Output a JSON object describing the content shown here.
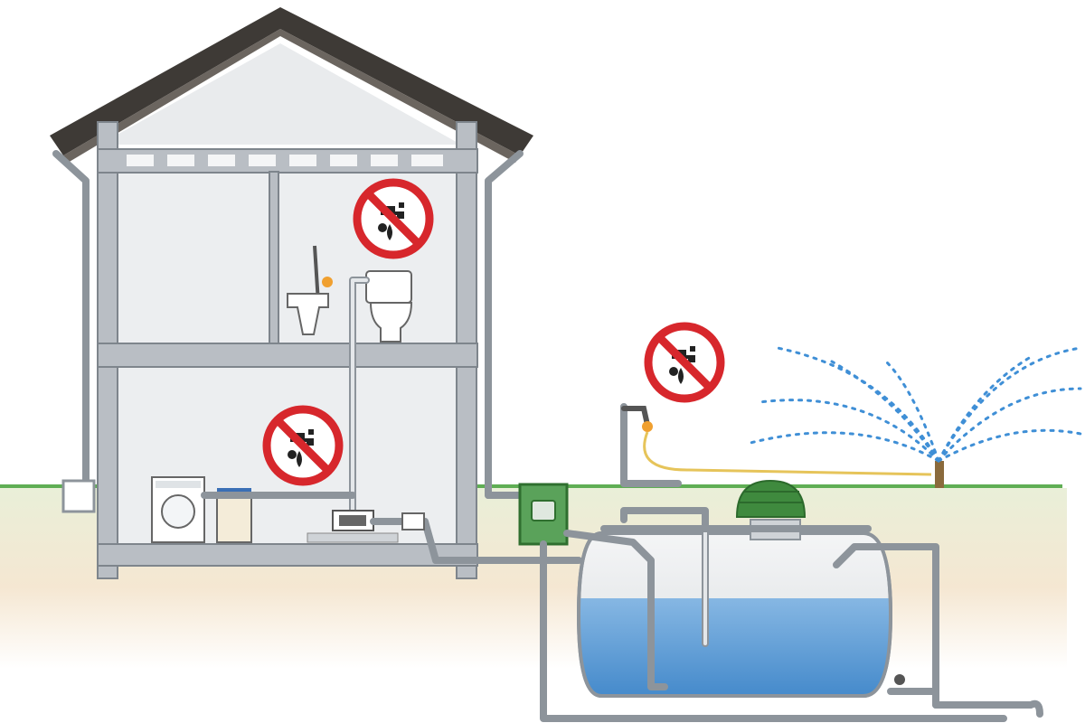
{
  "diagram": {
    "components": {
      "house": "house-two-storey",
      "roof": "tiled-roof",
      "toilet": "toilet-icon",
      "washing_machine": "washing-machine-icon",
      "tank": "underground-rainwater-tank",
      "filter": "inlet-filter",
      "manhole_cover": "tank-access-cover",
      "garden_tap": "garden-tap-icon",
      "sprinkler": "lawn-sprinkler-icon"
    },
    "signs": [
      {
        "id": "no-drinking-upstairs",
        "icon": "no-drinking-water-icon"
      },
      {
        "id": "no-drinking-downstairs",
        "icon": "no-drinking-water-icon"
      },
      {
        "id": "no-drinking-garden",
        "icon": "no-drinking-water-icon"
      }
    ],
    "tank_fill_level": 0.6,
    "colors": {
      "sign_red": "#d7272c",
      "water": "#4c93d1",
      "lawn": "#5fae54",
      "spray": "#3f8fd6",
      "tank_cover": "#3f8a3e",
      "wall": "#b9bec4",
      "pipe": "#8d949b"
    }
  }
}
